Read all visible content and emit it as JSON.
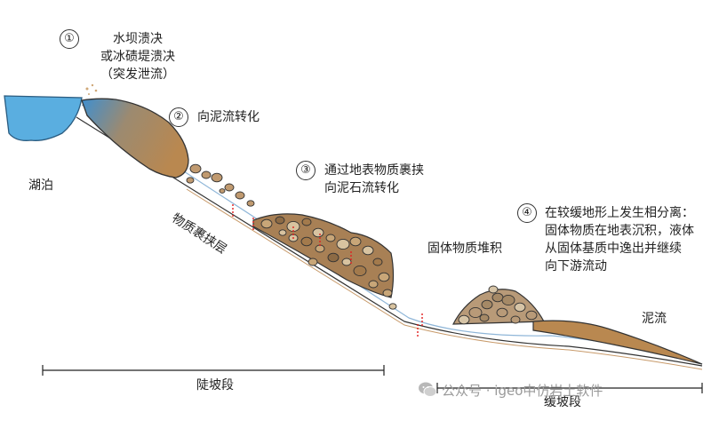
{
  "steps": [
    {
      "num": "①",
      "lines": [
        "水坝溃决",
        "或冰碛堤溃决",
        "（突发泄流）"
      ]
    },
    {
      "num": "②",
      "lines": [
        "向泥流转化"
      ]
    },
    {
      "num": "③",
      "lines": [
        "通过地表物质裹挟",
        "向泥石流转化"
      ]
    },
    {
      "num": "④",
      "lines": [
        "在较缓地形上发生相分离：",
        "固体物质在地表沉积，液体",
        "从固体基质中逸出并继续",
        "向下游流动"
      ]
    }
  ],
  "labels": {
    "lake": "湖泊",
    "entrainment_layer": "物质裹挟层",
    "solid_deposit": "固体物质堆积",
    "mudflow": "泥流",
    "steep_section": "陡坡段",
    "gentle_section": "缓坡段"
  },
  "watermark": "公众号 · igeo中仿岩土软件",
  "colors": {
    "lake": "#5aaee0",
    "lake_dark": "#2f7fb8",
    "mud": "#b98850",
    "mud_dark": "#8a5f30",
    "arrow_red": "#e02020",
    "outline": "#333333"
  }
}
